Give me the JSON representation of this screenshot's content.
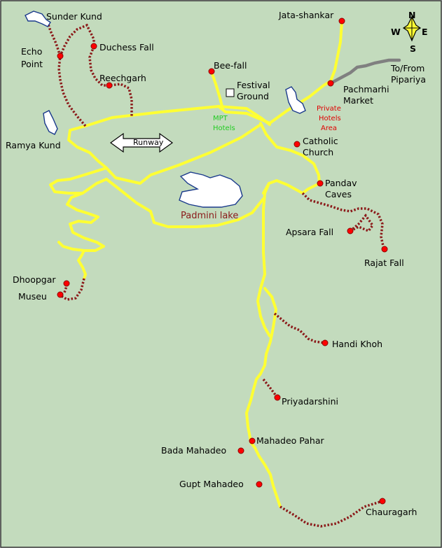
{
  "map": {
    "background_color": "#c3dbbd",
    "road_color": "#ffff33",
    "trail_color": "#8b1a1a",
    "poi_color": "#ff0000",
    "highway_color": "#808080"
  },
  "compass": {
    "icon": "compass-rose-icon",
    "n": "N",
    "s": "S",
    "e": "E",
    "w": "W"
  },
  "labels": {
    "sunder_kund": "Sunder Kund",
    "echo_point_1": "Echo",
    "echo_point_2": "Point",
    "duchess_fall": "Duchess Fall",
    "reechgarh": "Reechgarh",
    "ramya_kund": "Ramya Kund",
    "bee_fall": "Bee-fall",
    "festival_ground_1": "Festival",
    "festival_ground_2": "Ground",
    "jata_shankar": "Jata-shankar",
    "to_from_1": "To/From",
    "to_from_2": "Pipariya",
    "pachmarhi_1": "Pachmarhi",
    "pachmarhi_2": "Market",
    "private_1": "Private",
    "private_2": "Hotels",
    "private_3": "Area",
    "mpt_1": "MPT",
    "mpt_2": "Hotels",
    "runway": "Runway",
    "catholic_1": "Catholic",
    "catholic_2": "Church",
    "pandav_1": "Pandav",
    "pandav_2": "Caves",
    "padmini_lake": "Padmini lake",
    "apsara_fall": "Apsara Fall",
    "rajat_fall": "Rajat Fall",
    "dhoopgar": "Dhoopgar",
    "museu": "Museu",
    "handi_khoh": "Handi Khoh",
    "priyadarshini": "Priyadarshini",
    "mahadeo_pahar": "Mahadeo Pahar",
    "bada_mahadeo": "Bada Mahadeo",
    "gupt_mahadeo": "Gupt Mahadeo",
    "chauragarh": "Chauragarh"
  }
}
